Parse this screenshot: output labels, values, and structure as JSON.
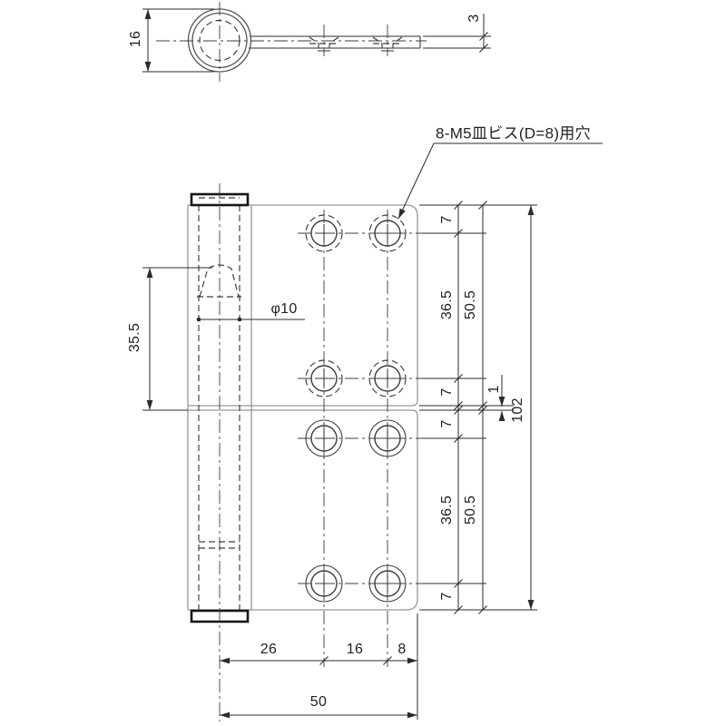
{
  "colors": {
    "part": "#979797",
    "part2": "#565656",
    "detail": "#3c3c3c",
    "dim": "#2b2b2b",
    "cap": "#161616"
  },
  "labels": {
    "note": "8-M5皿ビス(D=8)用穴",
    "knuckle_diameter": "16",
    "leaf_thickness": "3",
    "pin_tip_to_center": "35.5",
    "pin_hole_diameter": "φ10",
    "edge_to_hole": "7",
    "hole_pitch": "36.5",
    "leaf_height": "50.5",
    "leaf_gap": "1",
    "overall_height": "102",
    "center_to_hole_col": "26",
    "hole_col_pitch": "16",
    "hole_col_to_edge": "8",
    "overall_width": "50"
  }
}
